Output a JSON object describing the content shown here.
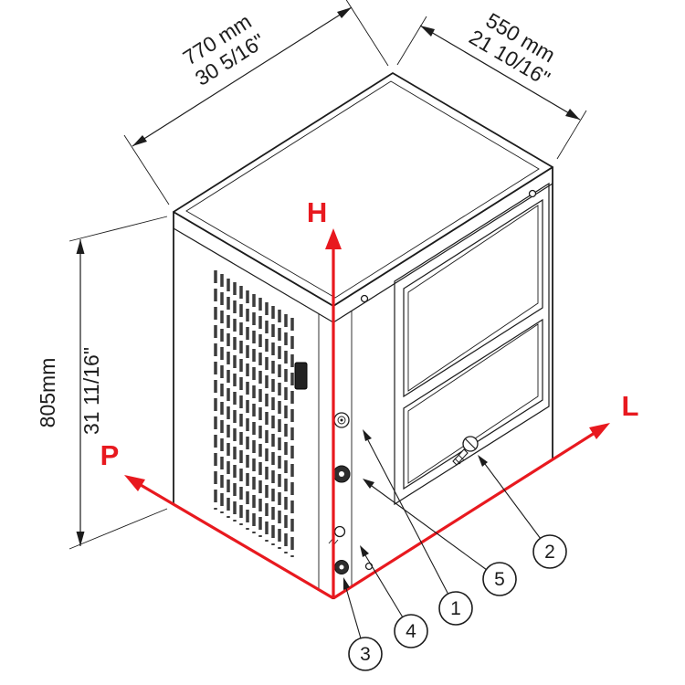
{
  "dimensions": {
    "width": {
      "mm": "770 mm",
      "inches": "30 5/16\""
    },
    "depth": {
      "mm": "550 mm",
      "inches": "21 10/16\""
    },
    "height": {
      "mm": "805mm",
      "inches": "31 11/16\""
    }
  },
  "axes": {
    "height_label": "H",
    "length_label": "L",
    "depth_label": "P"
  },
  "callouts": {
    "c1": "1",
    "c2": "2",
    "c3": "3",
    "c4": "4",
    "c5": "5"
  },
  "colors": {
    "axis_red": "#e8191f",
    "ink": "#1c1c1c"
  }
}
